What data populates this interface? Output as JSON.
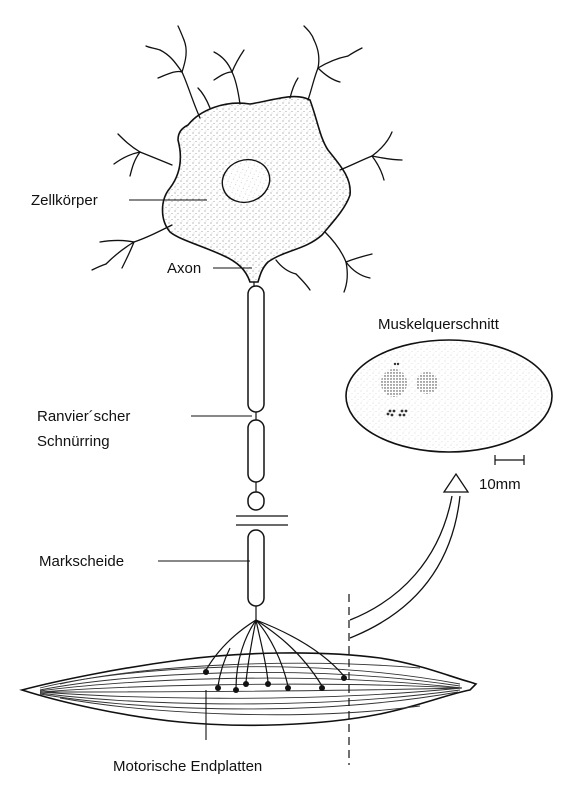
{
  "labels": {
    "cell_body": "Zellkörper",
    "axon": "Axon",
    "node_line1": "Ranvier´scher",
    "node_line2": "Schnürring",
    "myelin": "Markscheide",
    "endplates": "Motorische Endplatten",
    "cross_section": "Muskelquerschnitt",
    "scale": "10mm"
  },
  "colors": {
    "ink": "#111111",
    "stipple": "#444444",
    "background": "#ffffff"
  }
}
